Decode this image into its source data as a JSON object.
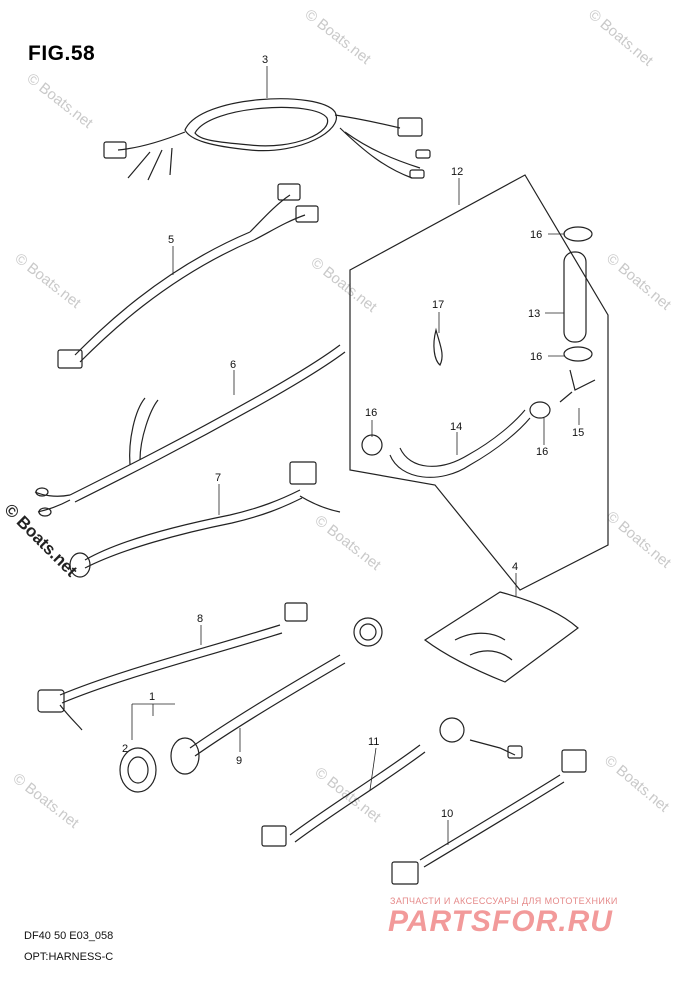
{
  "figure": {
    "title": "FIG.58",
    "model_code": "DF40 50 E03_058",
    "subtitle": "OPT:HARNESS-C"
  },
  "callouts": [
    {
      "id": "c3",
      "label": "3"
    },
    {
      "id": "c5",
      "label": "5"
    },
    {
      "id": "c6",
      "label": "6"
    },
    {
      "id": "c7",
      "label": "7"
    },
    {
      "id": "c12",
      "label": "12"
    },
    {
      "id": "c16a",
      "label": "16"
    },
    {
      "id": "c13",
      "label": "13"
    },
    {
      "id": "c17",
      "label": "17"
    },
    {
      "id": "c16b",
      "label": "16"
    },
    {
      "id": "c16c",
      "label": "16"
    },
    {
      "id": "c14",
      "label": "14"
    },
    {
      "id": "c16d",
      "label": "16"
    },
    {
      "id": "c15",
      "label": "15"
    },
    {
      "id": "c16e",
      "label": "16"
    },
    {
      "id": "c4",
      "label": "4"
    },
    {
      "id": "c8",
      "label": "8"
    },
    {
      "id": "c1",
      "label": "1"
    },
    {
      "id": "c2",
      "label": "2"
    },
    {
      "id": "c9",
      "label": "9"
    },
    {
      "id": "c11",
      "label": "11"
    },
    {
      "id": "c10",
      "label": "10"
    }
  ],
  "watermark": {
    "text": "© Boats.net",
    "brand_tagline": "ЗАПЧАСТИ И АКСЕССУАРЫ ДЛЯ МОТОТЕХНИКИ",
    "brand_name": "PARTSFOR.RU"
  },
  "colors": {
    "line": "#222222",
    "brand": "#f29a9a",
    "watermark": "#c9c9c9"
  }
}
